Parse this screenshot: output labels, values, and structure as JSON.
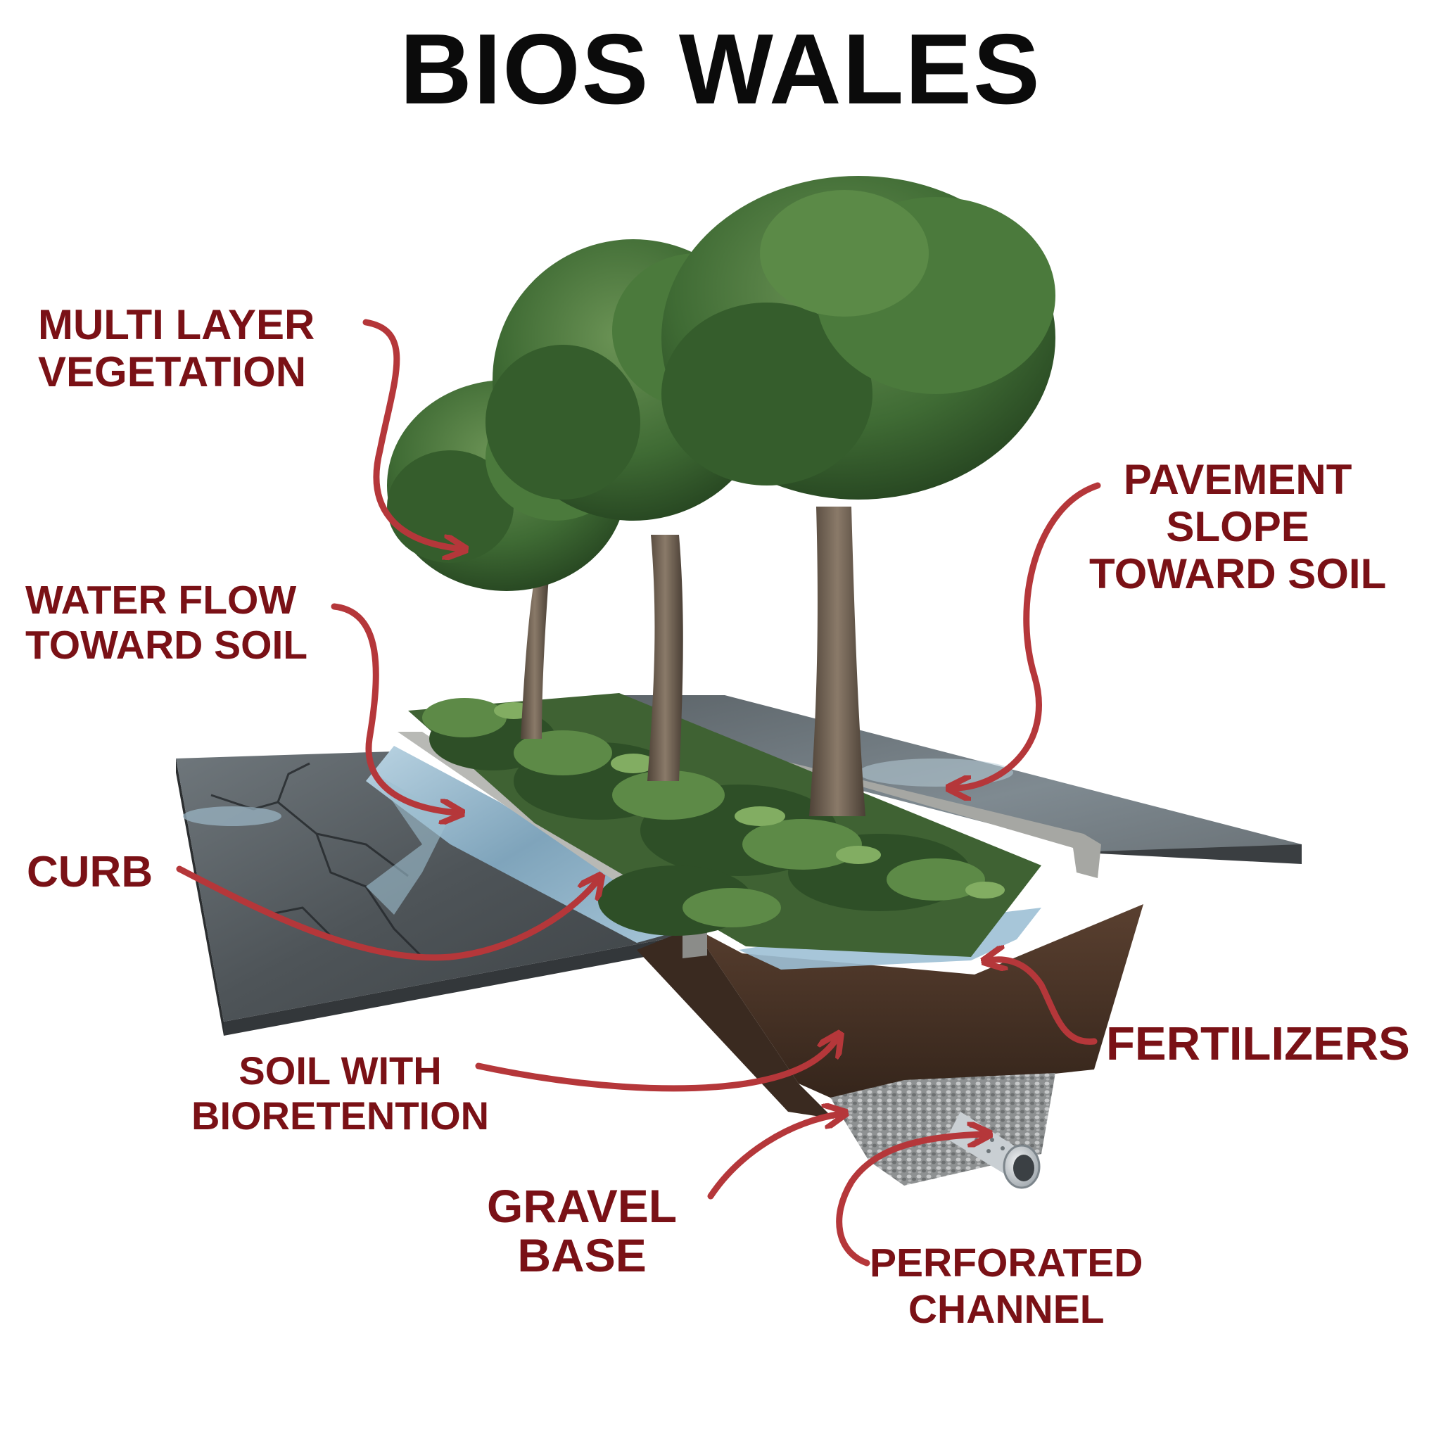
{
  "title": "BIOS WALES",
  "colors": {
    "label": "#7a1116",
    "arrow": "#b5373a",
    "title": "#0b0b0b",
    "foliage": "#3f6b34",
    "trunk": "#6e5e4e",
    "soil": "#4a3426",
    "water": "#8fb2c8",
    "asphalt": "#50565a",
    "concrete": "#a9aaa6",
    "gravel": "#9a9c9d"
  },
  "labels": {
    "multi_layer": {
      "line1": "MULTI LAYER",
      "line2": "VEGETATION"
    },
    "pavement": {
      "line1": "PAVEMENT",
      "line2": "SLOPE",
      "line3": "TOWARD SOIL"
    },
    "water_flow": {
      "line1": "WATER FLOW",
      "line2": "TOWARD SOIL"
    },
    "curb": {
      "line1": "CURB"
    },
    "fertilizers": {
      "line1": "FERTILIZERS"
    },
    "soil": {
      "line1": "SOIL WITH",
      "line2": "BIORETENTION"
    },
    "gravel": {
      "line1": "GRAVEL",
      "line2": "BASE"
    },
    "perforated": {
      "line1": "PERFORATED",
      "line2": "CHANNEL"
    }
  }
}
